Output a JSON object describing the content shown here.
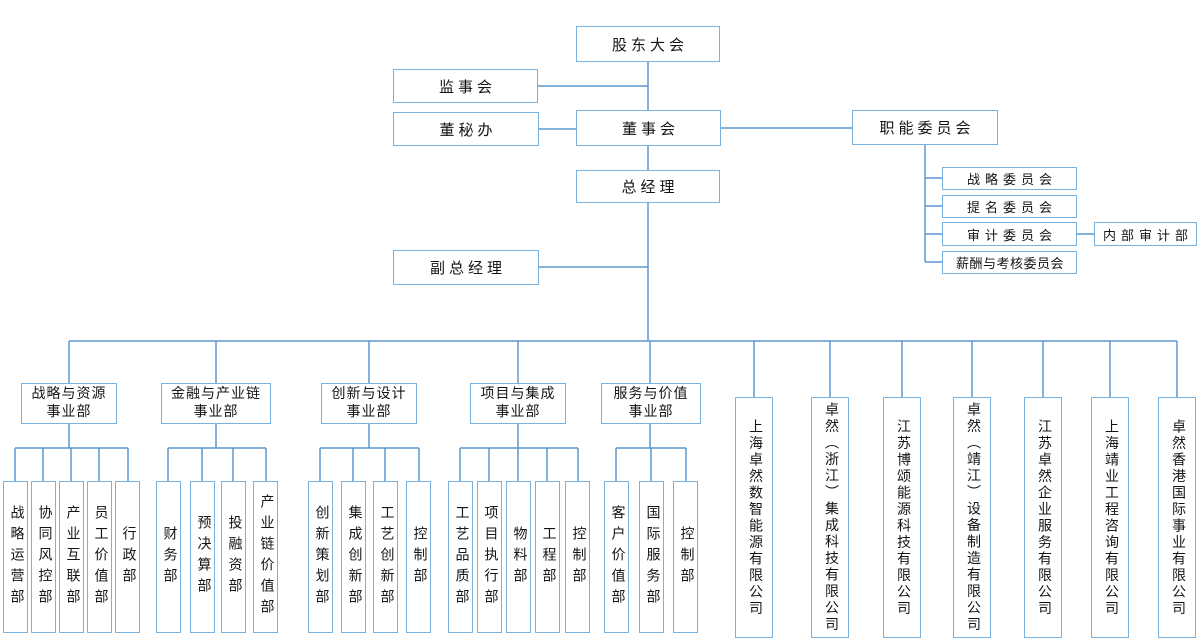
{
  "diagram": {
    "type": "org-chart",
    "colors": {
      "connector_line": "#5b99ce",
      "box_border": "#7ab2df",
      "box_fill": "#ffffff",
      "text": "#141414"
    },
    "governance": {
      "shareholders_meeting": "股东大会",
      "supervisory_board": "监事会",
      "board_secretary_office": "董秘办",
      "board_of_directors": "董事会",
      "functional_committees": "职能委员会",
      "general_manager": "总经理",
      "deputy_general_manager": "副总经理",
      "committees": [
        "战略委员会",
        "提名委员会",
        "审计委员会",
        "薪酬与考核委员会"
      ],
      "internal_audit_dept": "内部审计部"
    },
    "divisions": [
      {
        "name": "战略与资源事业部",
        "lines": [
          "战略与资源",
          "事业部"
        ],
        "departments": [
          "战略运营部",
          "协同风控部",
          "产业互联部",
          "员工价值部",
          "行政部"
        ]
      },
      {
        "name": "金融与产业链事业部",
        "lines": [
          "金融与产业链",
          "事业部"
        ],
        "departments": [
          "财务部",
          "预决算部",
          "投融资部",
          "产业链价值部"
        ]
      },
      {
        "name": "创新与设计事业部",
        "lines": [
          "创新与设计",
          "事业部"
        ],
        "departments": [
          "创新策划部",
          "集成创新部",
          "工艺创新部",
          "控制部"
        ]
      },
      {
        "name": "项目与集成事业部",
        "lines": [
          "项目与集成",
          "事业部"
        ],
        "departments": [
          "工艺品质部",
          "项目执行部",
          "物料部",
          "工程部",
          "控制部"
        ]
      },
      {
        "name": "服务与价值事业部",
        "lines": [
          "服务与价值",
          "事业部"
        ],
        "departments": [
          "客户价值部",
          "国际服务部",
          "控制部"
        ]
      }
    ],
    "subsidiaries": [
      "上海卓然数智能源有限公司",
      "卓然（浙江）集成科技有限公司",
      "江苏博颂能源科技有限公司",
      "卓然（靖江）设备制造有限公司",
      "江苏卓然企业服务有限公司",
      "上海靖业工程咨询有限公司",
      "卓然香港国际事业有限公司"
    ]
  }
}
